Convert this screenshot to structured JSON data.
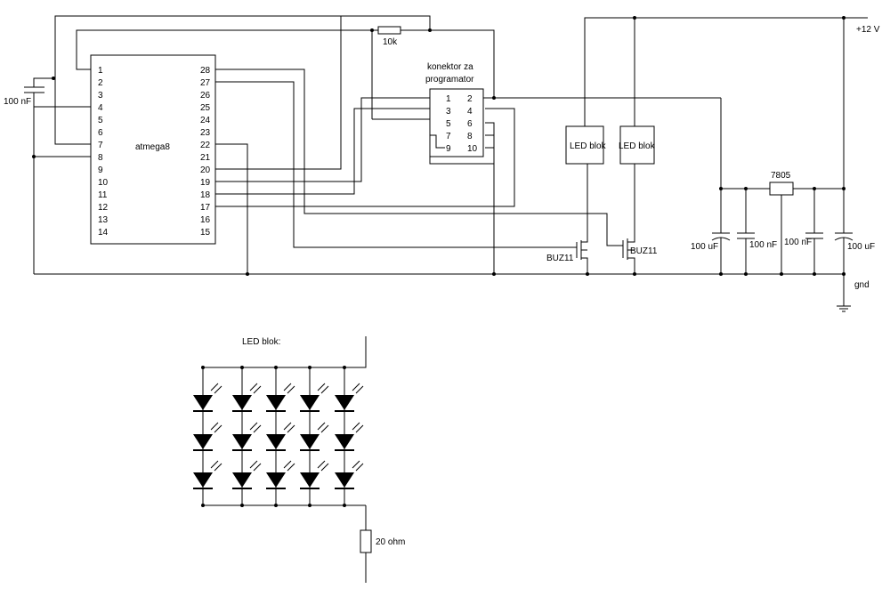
{
  "mcu": {
    "name": "atmega8",
    "left_pins": [
      "1",
      "2",
      "3",
      "4",
      "5",
      "6",
      "7",
      "8",
      "9",
      "10",
      "11",
      "12",
      "13",
      "14"
    ],
    "right_pins": [
      "28",
      "27",
      "26",
      "25",
      "24",
      "23",
      "22",
      "21",
      "20",
      "19",
      "18",
      "17",
      "16",
      "15"
    ]
  },
  "resistor_top": "10k",
  "cap_left": "100 nF",
  "connector": {
    "title_line1": "konektor za",
    "title_line2": "programator",
    "pins": [
      [
        "1",
        "2"
      ],
      [
        "3",
        "4"
      ],
      [
        "5",
        "6"
      ],
      [
        "7",
        "8"
      ],
      [
        "9",
        "10"
      ]
    ]
  },
  "led_block_label": "LED blok",
  "mosfet_label": "BUZ11",
  "regulator": "7805",
  "supply_label": "+12 V",
  "gnd_label": "gnd",
  "caps_right": [
    "100 uF",
    "100 nF",
    "100 nF",
    "100 uF"
  ],
  "led_detail_title": "LED blok:",
  "resistor_bottom": "20 ohm"
}
